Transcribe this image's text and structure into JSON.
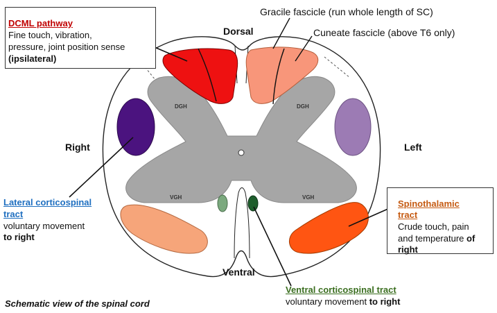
{
  "labels": {
    "dorsal": "Dorsal",
    "ventral": "Ventral",
    "right": "Right",
    "left": "Left",
    "dgh": "DGH",
    "vgh": "VGH",
    "gracile": "Gracile fascicle (run whole length of SC)",
    "cuneate": "Cuneate fascicle (above T6 only)",
    "caption": "Schematic view of the spinal cord"
  },
  "dcml": {
    "title": "DCML pathway",
    "line1": "Fine touch, vibration,",
    "line2": "pressure, joint position sense",
    "line3": "(ipsilateral)"
  },
  "lateral_cst": {
    "title1": "Lateral corticospinal",
    "title2": "tract",
    "line1": "voluntary movement",
    "line2": "to right"
  },
  "spinothalamic": {
    "title1": "Spinothalamic",
    "title2": "tract",
    "line1": "Crude touch, pain",
    "line2a": "and temperature",
    "line2b": "of",
    "line3": "right"
  },
  "ventral_cst": {
    "title": "Ventral corticospinal tract",
    "line1a": "voluntary movement",
    "line1b": "to right"
  },
  "colors": {
    "dcml_title": "#c00000",
    "lateral_title": "#1f6fc0",
    "spino_title": "#c55a11",
    "ventral_title": "#3a6e1f",
    "grey_matter": "#a6a6a6",
    "dcml_right": "#ee1111",
    "dcml_left": "#f8967a",
    "lateral_right": "#4b137f",
    "lateral_left": "#9c7bb4",
    "spino_right": "#ff5512",
    "spino_left": "#f6a57a",
    "ventral_right": "#1e5e2c",
    "ventral_left": "#7ba97e"
  }
}
